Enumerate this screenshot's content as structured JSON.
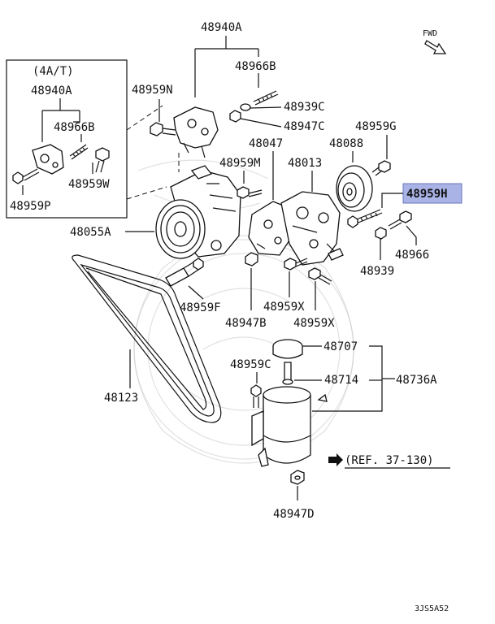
{
  "diagram": {
    "highlight_color": "#a9b3e6",
    "inset_label": "(4A/T)",
    "fwd_label": "FWD",
    "ref_label": "(REF. 37-130)",
    "figure_code": "3JS5A52",
    "labels": {
      "p48940A": "48940A",
      "p48966B": "48966B",
      "p48939C": "48939C",
      "p48947C": "48947C",
      "p48959N": "48959N",
      "p48959G": "48959G",
      "p48047": "48047",
      "p48088": "48088",
      "p48959M": "48959M",
      "p48013": "48013",
      "p48959H": "48959H",
      "p48055A": "48055A",
      "p48966": "48966",
      "p48939": "48939",
      "p48959F": "48959F",
      "p48947B": "48947B",
      "p48959X_1": "48959X",
      "p48959X_2": "48959X",
      "p48707": "48707",
      "p48959C": "48959C",
      "p48714": "48714",
      "p48736A": "48736A",
      "p48123": "48123",
      "p48947D": "48947D",
      "inset_48940A": "48940A",
      "inset_48966B": "48966B",
      "inset_48959W": "48959W",
      "inset_48959P": "48959P"
    }
  }
}
